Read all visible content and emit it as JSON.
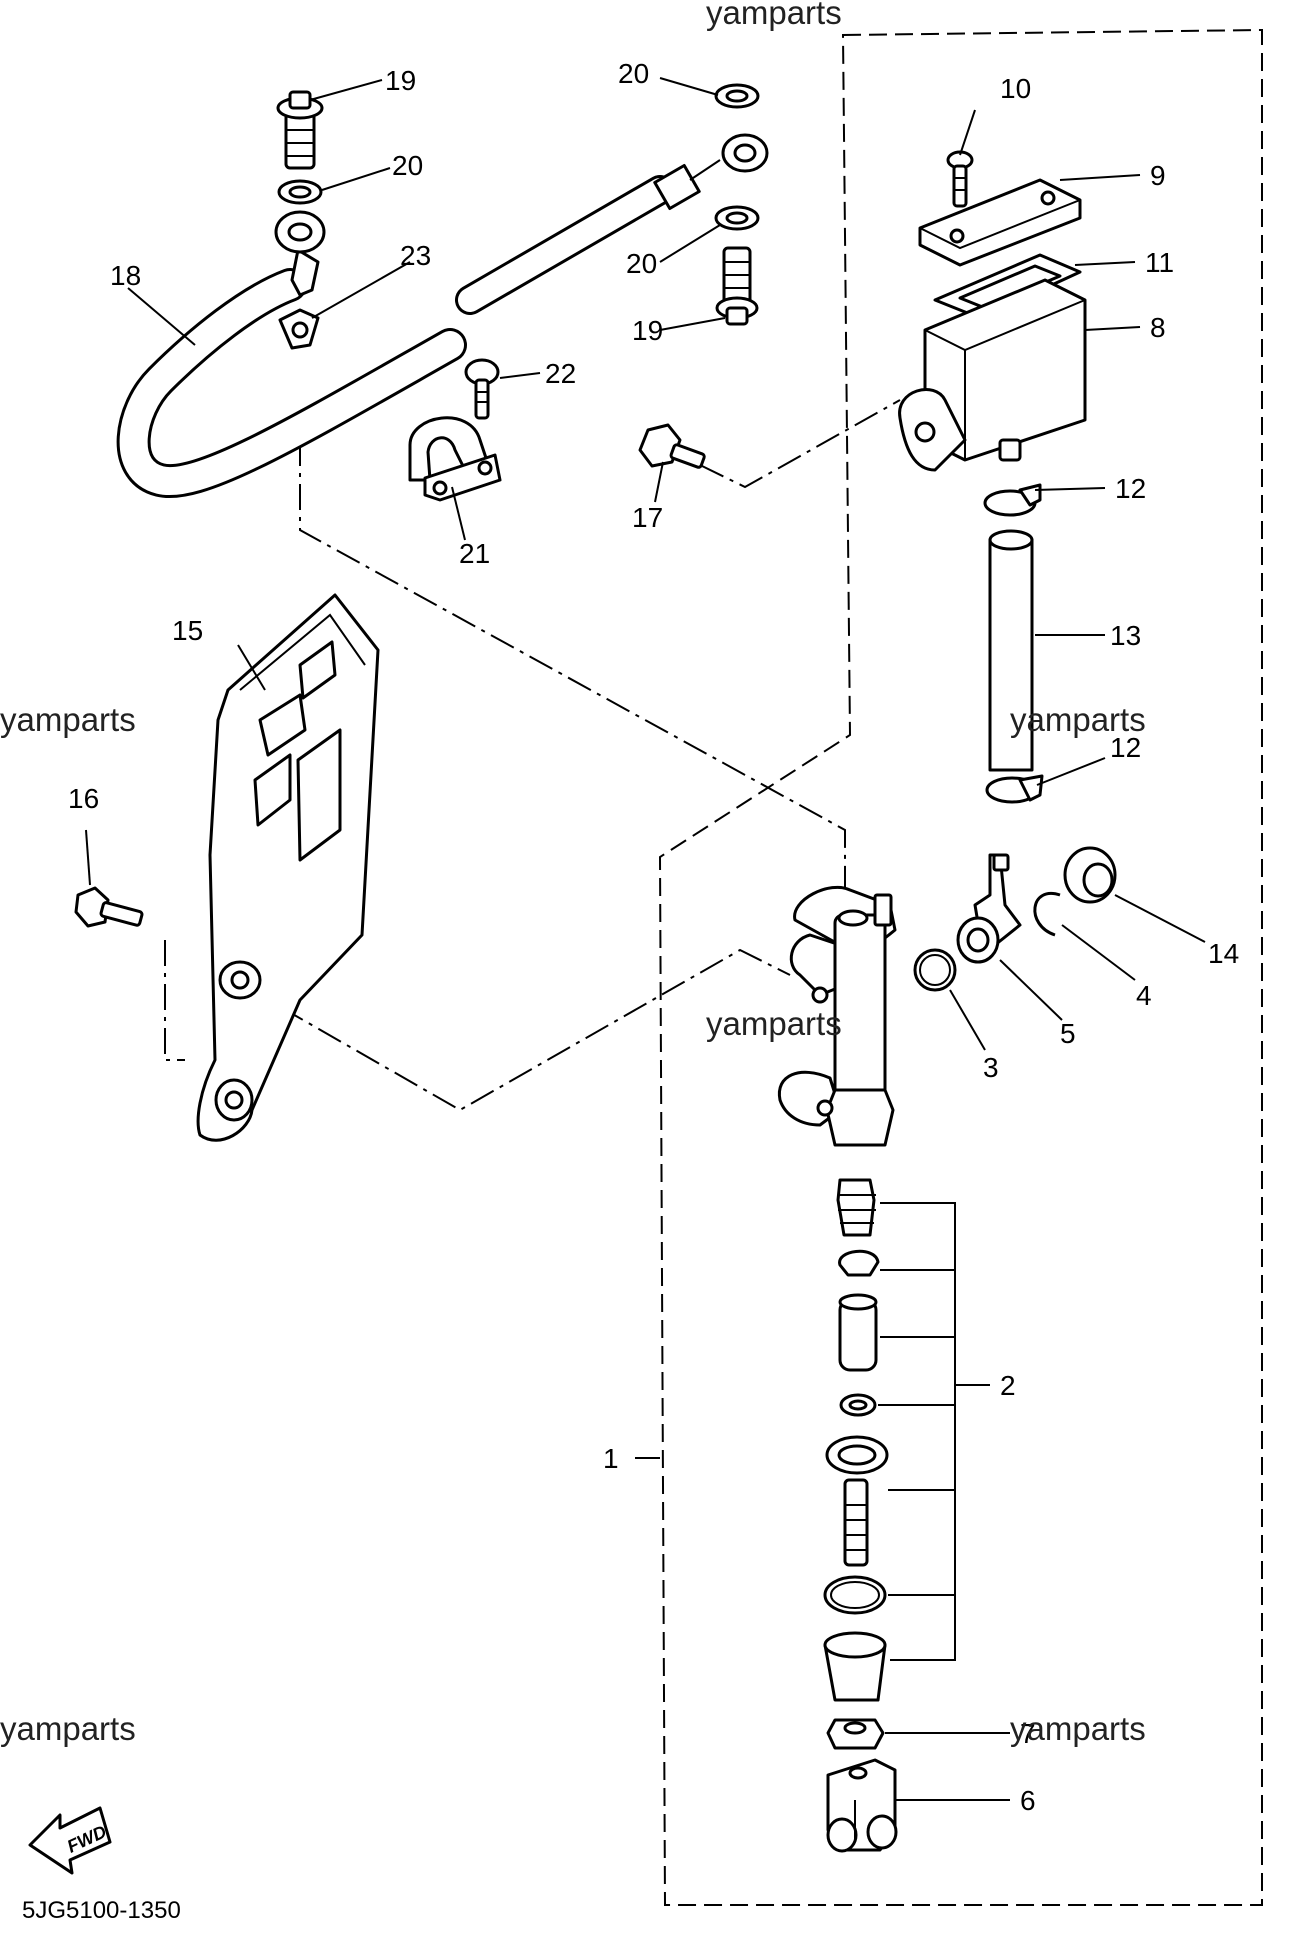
{
  "diagram": {
    "watermark": "yamparts",
    "part_code": "5JG5100-1350",
    "direction_label": "FWD",
    "callouts": {
      "c1": "1",
      "c2": "2",
      "c3": "3",
      "c4": "4",
      "c5": "5",
      "c6": "6",
      "c7": "7",
      "c8": "8",
      "c9": "9",
      "c10": "10",
      "c11": "11",
      "c12a": "12",
      "c12b": "12",
      "c13": "13",
      "c14": "14",
      "c15": "15",
      "c16": "16",
      "c17": "17",
      "c18": "18",
      "c19a": "19",
      "c19b": "19",
      "c20a": "20",
      "c20b": "20",
      "c20c": "20",
      "c21": "21",
      "c22": "22",
      "c23": "23"
    }
  }
}
